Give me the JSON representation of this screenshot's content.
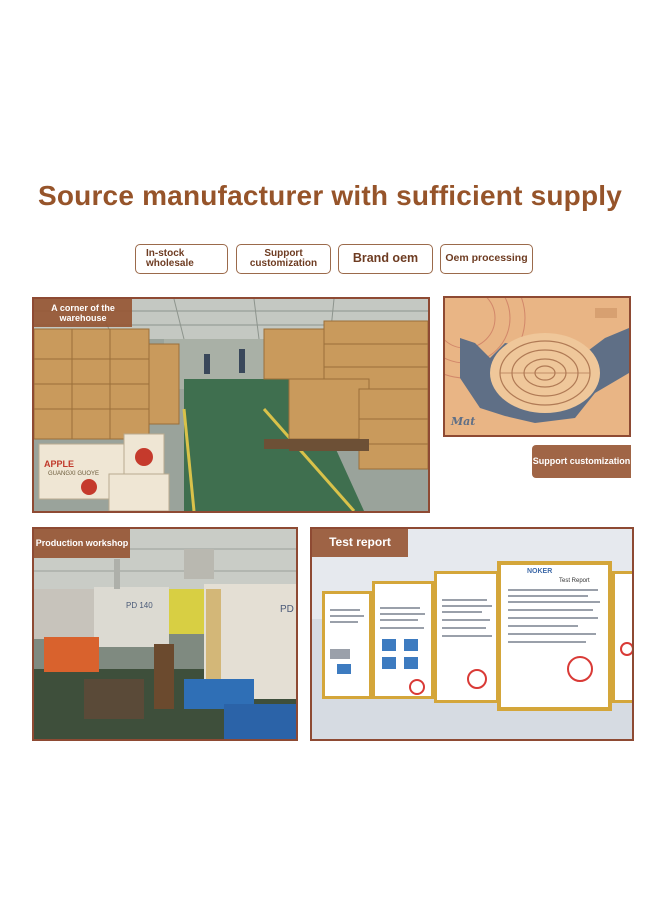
{
  "headline": "Source manufacturer with sufficient supply",
  "pills": [
    {
      "label": "In-stock wholesale"
    },
    {
      "label": "Support customization"
    },
    {
      "label": "Brand oem"
    },
    {
      "label": "Oem processing"
    }
  ],
  "panels": {
    "warehouse": {
      "caption": "A corner of the warehouse",
      "box_texts": [
        "APPLE",
        "GUANGXI GUOYE"
      ]
    },
    "mat": {
      "caption": "Support customization",
      "mat_text": "Mat"
    },
    "workshop": {
      "caption": "Production workshop",
      "machine_labels": [
        "PD 140",
        "PD"
      ]
    },
    "test_report": {
      "caption": "Test report",
      "doc_brand": "NOKER",
      "doc_title": "Test Report"
    }
  },
  "colors": {
    "accent_brown": "#96542a",
    "frame_brown": "#8e4a33",
    "mat_blue": "#5f6f86",
    "mat_tan": "#e9b585"
  }
}
